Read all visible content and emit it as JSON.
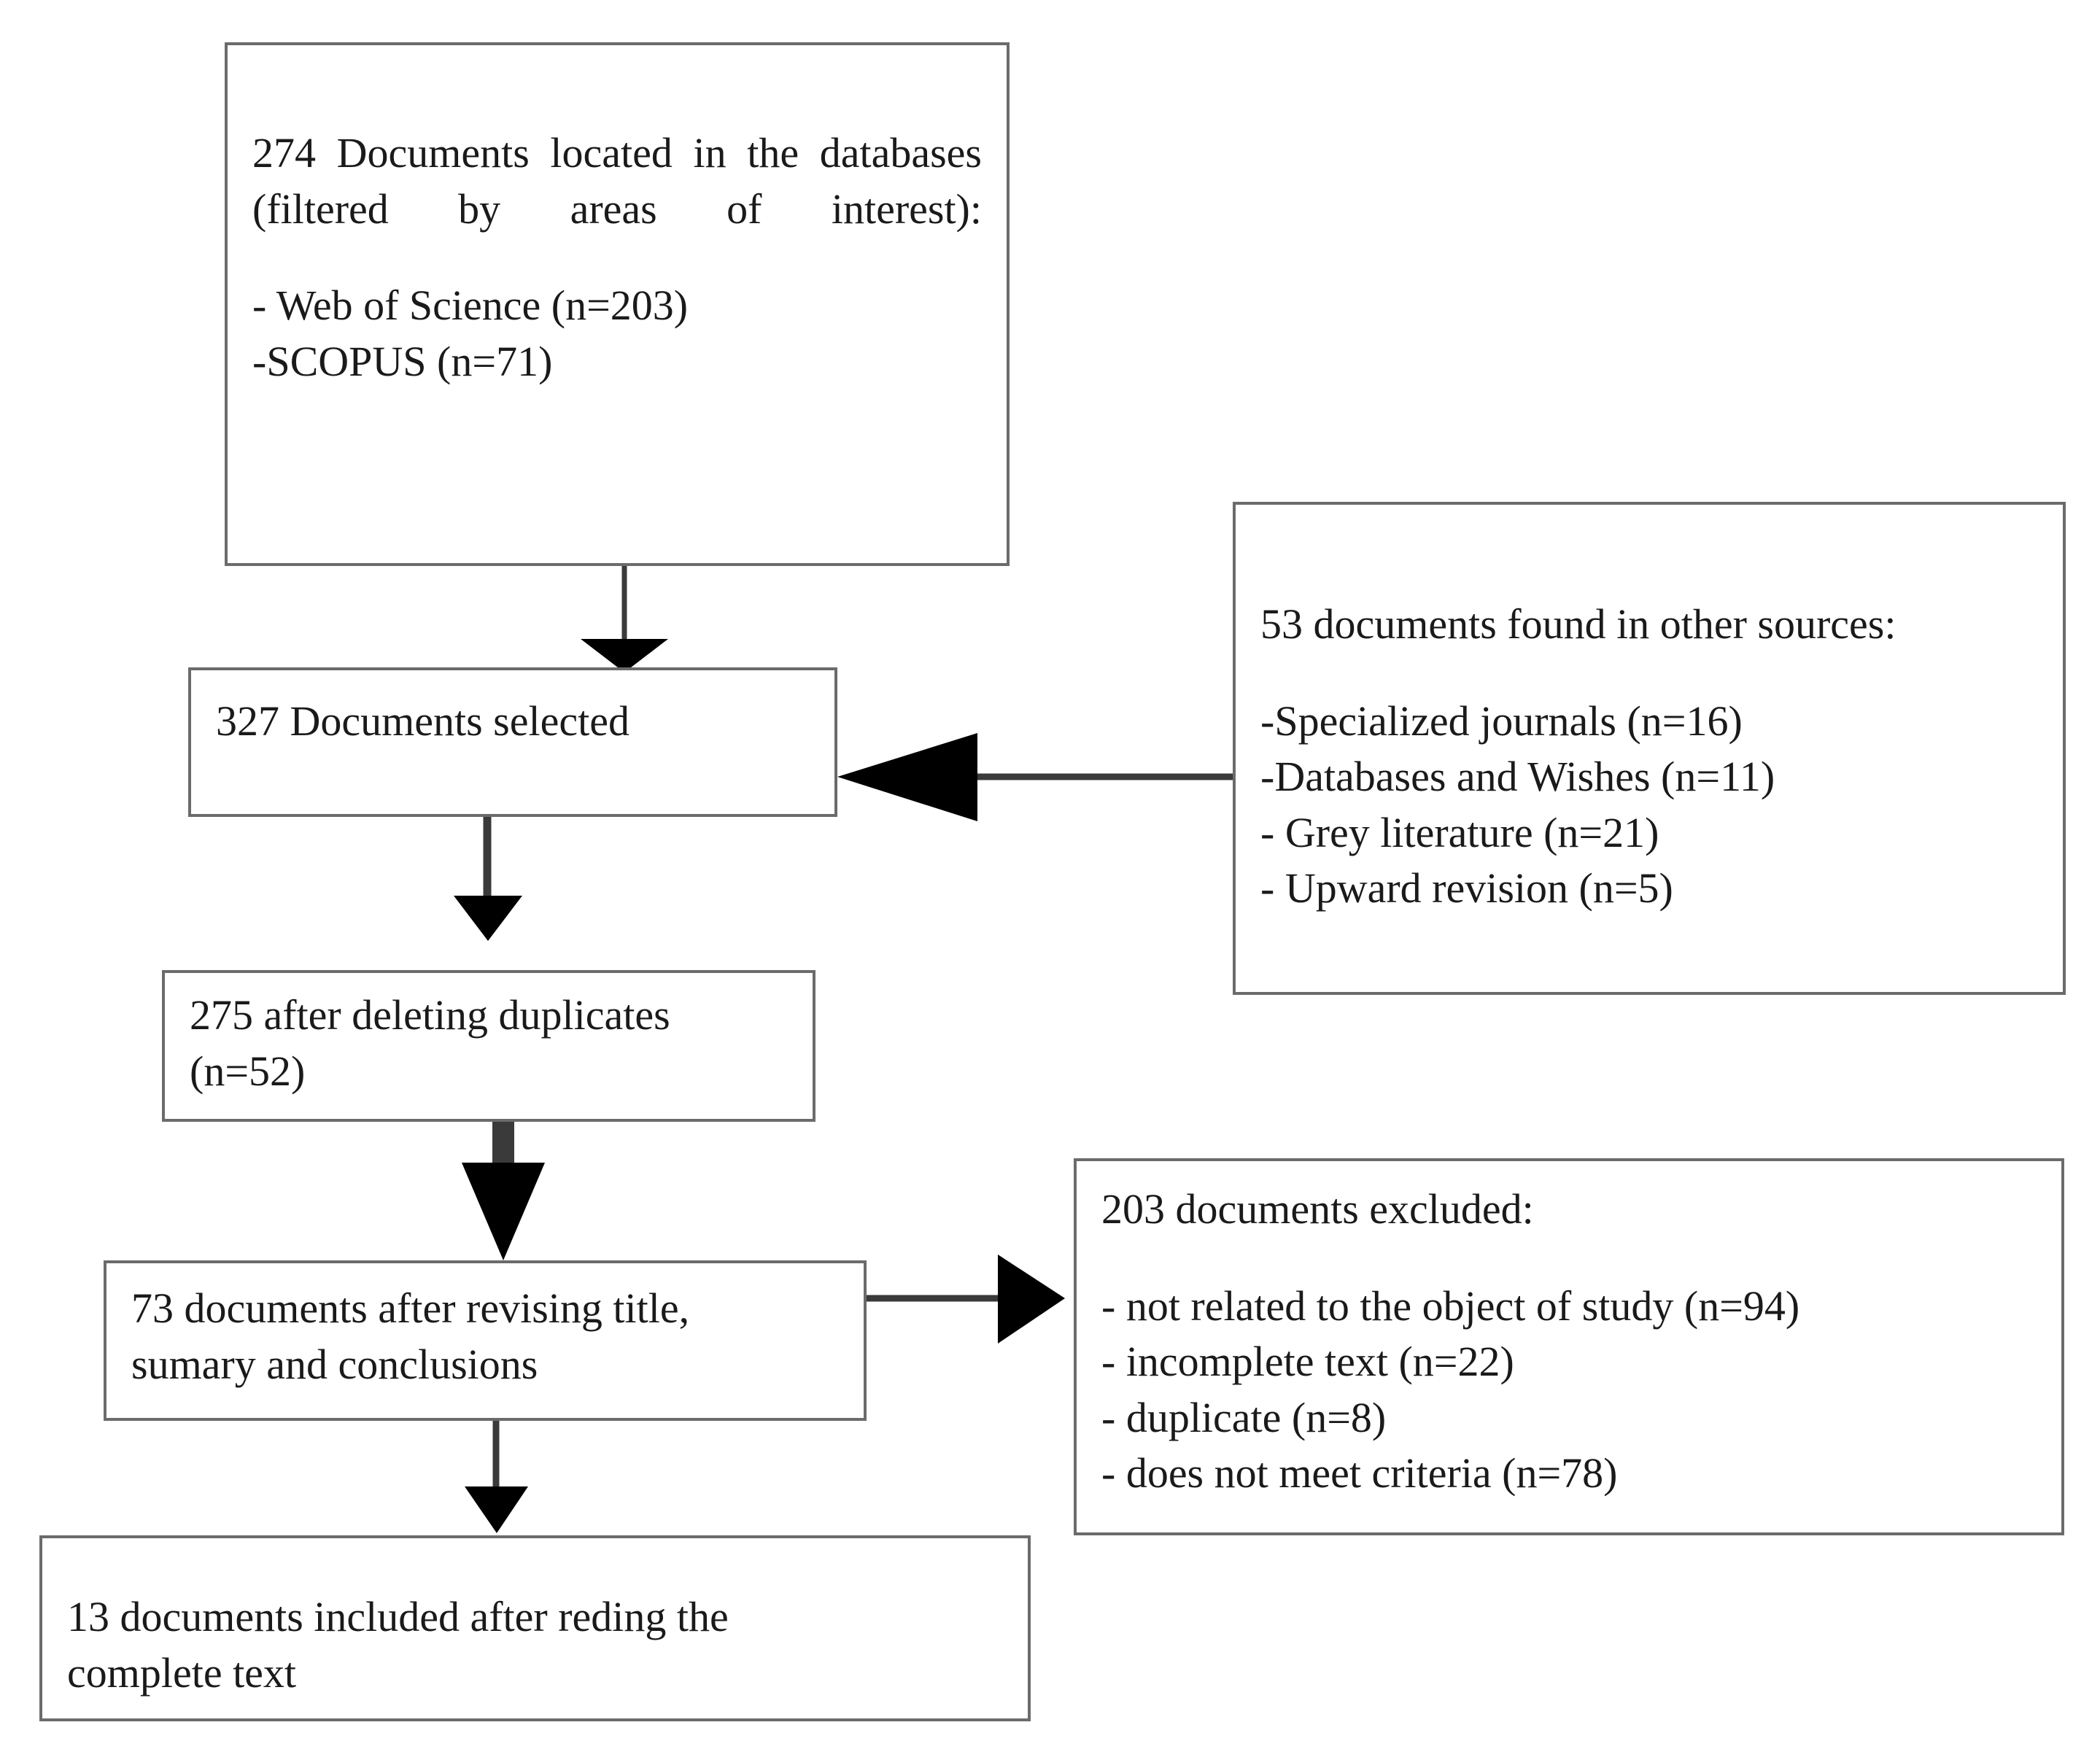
{
  "diagram": {
    "title": "PRISMA document selection flow",
    "background_color": "#ffffff",
    "box_border_color": "#6b6b6b",
    "arrow_color": "#000000",
    "text_color": "#1a1a1a"
  },
  "nodes": {
    "identification": {
      "id": "identification-box",
      "heading": "274 Documents located in the databases (filtered by areas of interest):",
      "items": [
        "- Web of Science (n=203)",
        "-SCOPUS (n=71)"
      ]
    },
    "other_sources": {
      "id": "other-sources-box",
      "heading": "53 documents found in other sources:",
      "items": [
        "-Specialized journals (n=16)",
        "-Databases and Wishes (n=11)",
        "- Grey literature (n=21)",
        "- Upward revision (n=5)"
      ]
    },
    "selected": {
      "id": "documents-selected-box",
      "heading": "327 Documents selected"
    },
    "deduplicated": {
      "id": "after-duplicates-box",
      "line1": "275 after deleting duplicates",
      "line2": "(n=52)"
    },
    "screened": {
      "id": "after-title-review-box",
      "line1": "73 documents after revising title,",
      "line2": "sumary and conclusions"
    },
    "excluded": {
      "id": "documents-excluded-box",
      "heading": "203 documents excluded:",
      "items": [
        "- not related to the object of study (n=94)",
        "- incomplete text (n=22)",
        "- duplicate (n=8)",
        "- does not meet criteria (n=78)"
      ]
    },
    "included": {
      "id": "documents-included-box",
      "line1": "13 documents included after reding the",
      "line2": "complete text"
    }
  },
  "chart_data": {
    "type": "diagram",
    "title": "PRISMA document selection flow",
    "stages": [
      {
        "label": "274 Documents located in the databases (filtered by areas of interest)",
        "value": 274
      },
      {
        "label": "Web of Science",
        "value": 203
      },
      {
        "label": "SCOPUS",
        "value": 71
      },
      {
        "label": "53 documents found in other sources",
        "value": 53
      },
      {
        "label": "Specialized journals",
        "value": 16
      },
      {
        "label": "Databases and Wishes",
        "value": 11
      },
      {
        "label": "Grey literature",
        "value": 21
      },
      {
        "label": "Upward revision",
        "value": 5
      },
      {
        "label": "327 Documents selected",
        "value": 327
      },
      {
        "label": "275 after deleting duplicates",
        "value": 275
      },
      {
        "label": "duplicates deleted",
        "value": 52
      },
      {
        "label": "73 documents after revising title, sumary and conclusions",
        "value": 73
      },
      {
        "label": "203 documents excluded",
        "value": 203
      },
      {
        "label": "not related to the object of study",
        "value": 94
      },
      {
        "label": "incomplete text",
        "value": 22
      },
      {
        "label": "duplicate",
        "value": 8
      },
      {
        "label": "does not meet criteria",
        "value": 78
      },
      {
        "label": "13 documents included after reding the complete text",
        "value": 13
      }
    ],
    "edges": [
      {
        "from": "274 Documents located in the databases",
        "to": "327 Documents selected"
      },
      {
        "from": "53 documents found in other sources",
        "to": "327 Documents selected"
      },
      {
        "from": "327 Documents selected",
        "to": "275 after deleting duplicates"
      },
      {
        "from": "275 after deleting duplicates",
        "to": "73 documents after revising title, sumary and conclusions"
      },
      {
        "from": "73 documents after revising title, sumary and conclusions",
        "to": "203 documents excluded"
      },
      {
        "from": "73 documents after revising title, sumary and conclusions",
        "to": "13 documents included after reding the complete text"
      }
    ]
  }
}
